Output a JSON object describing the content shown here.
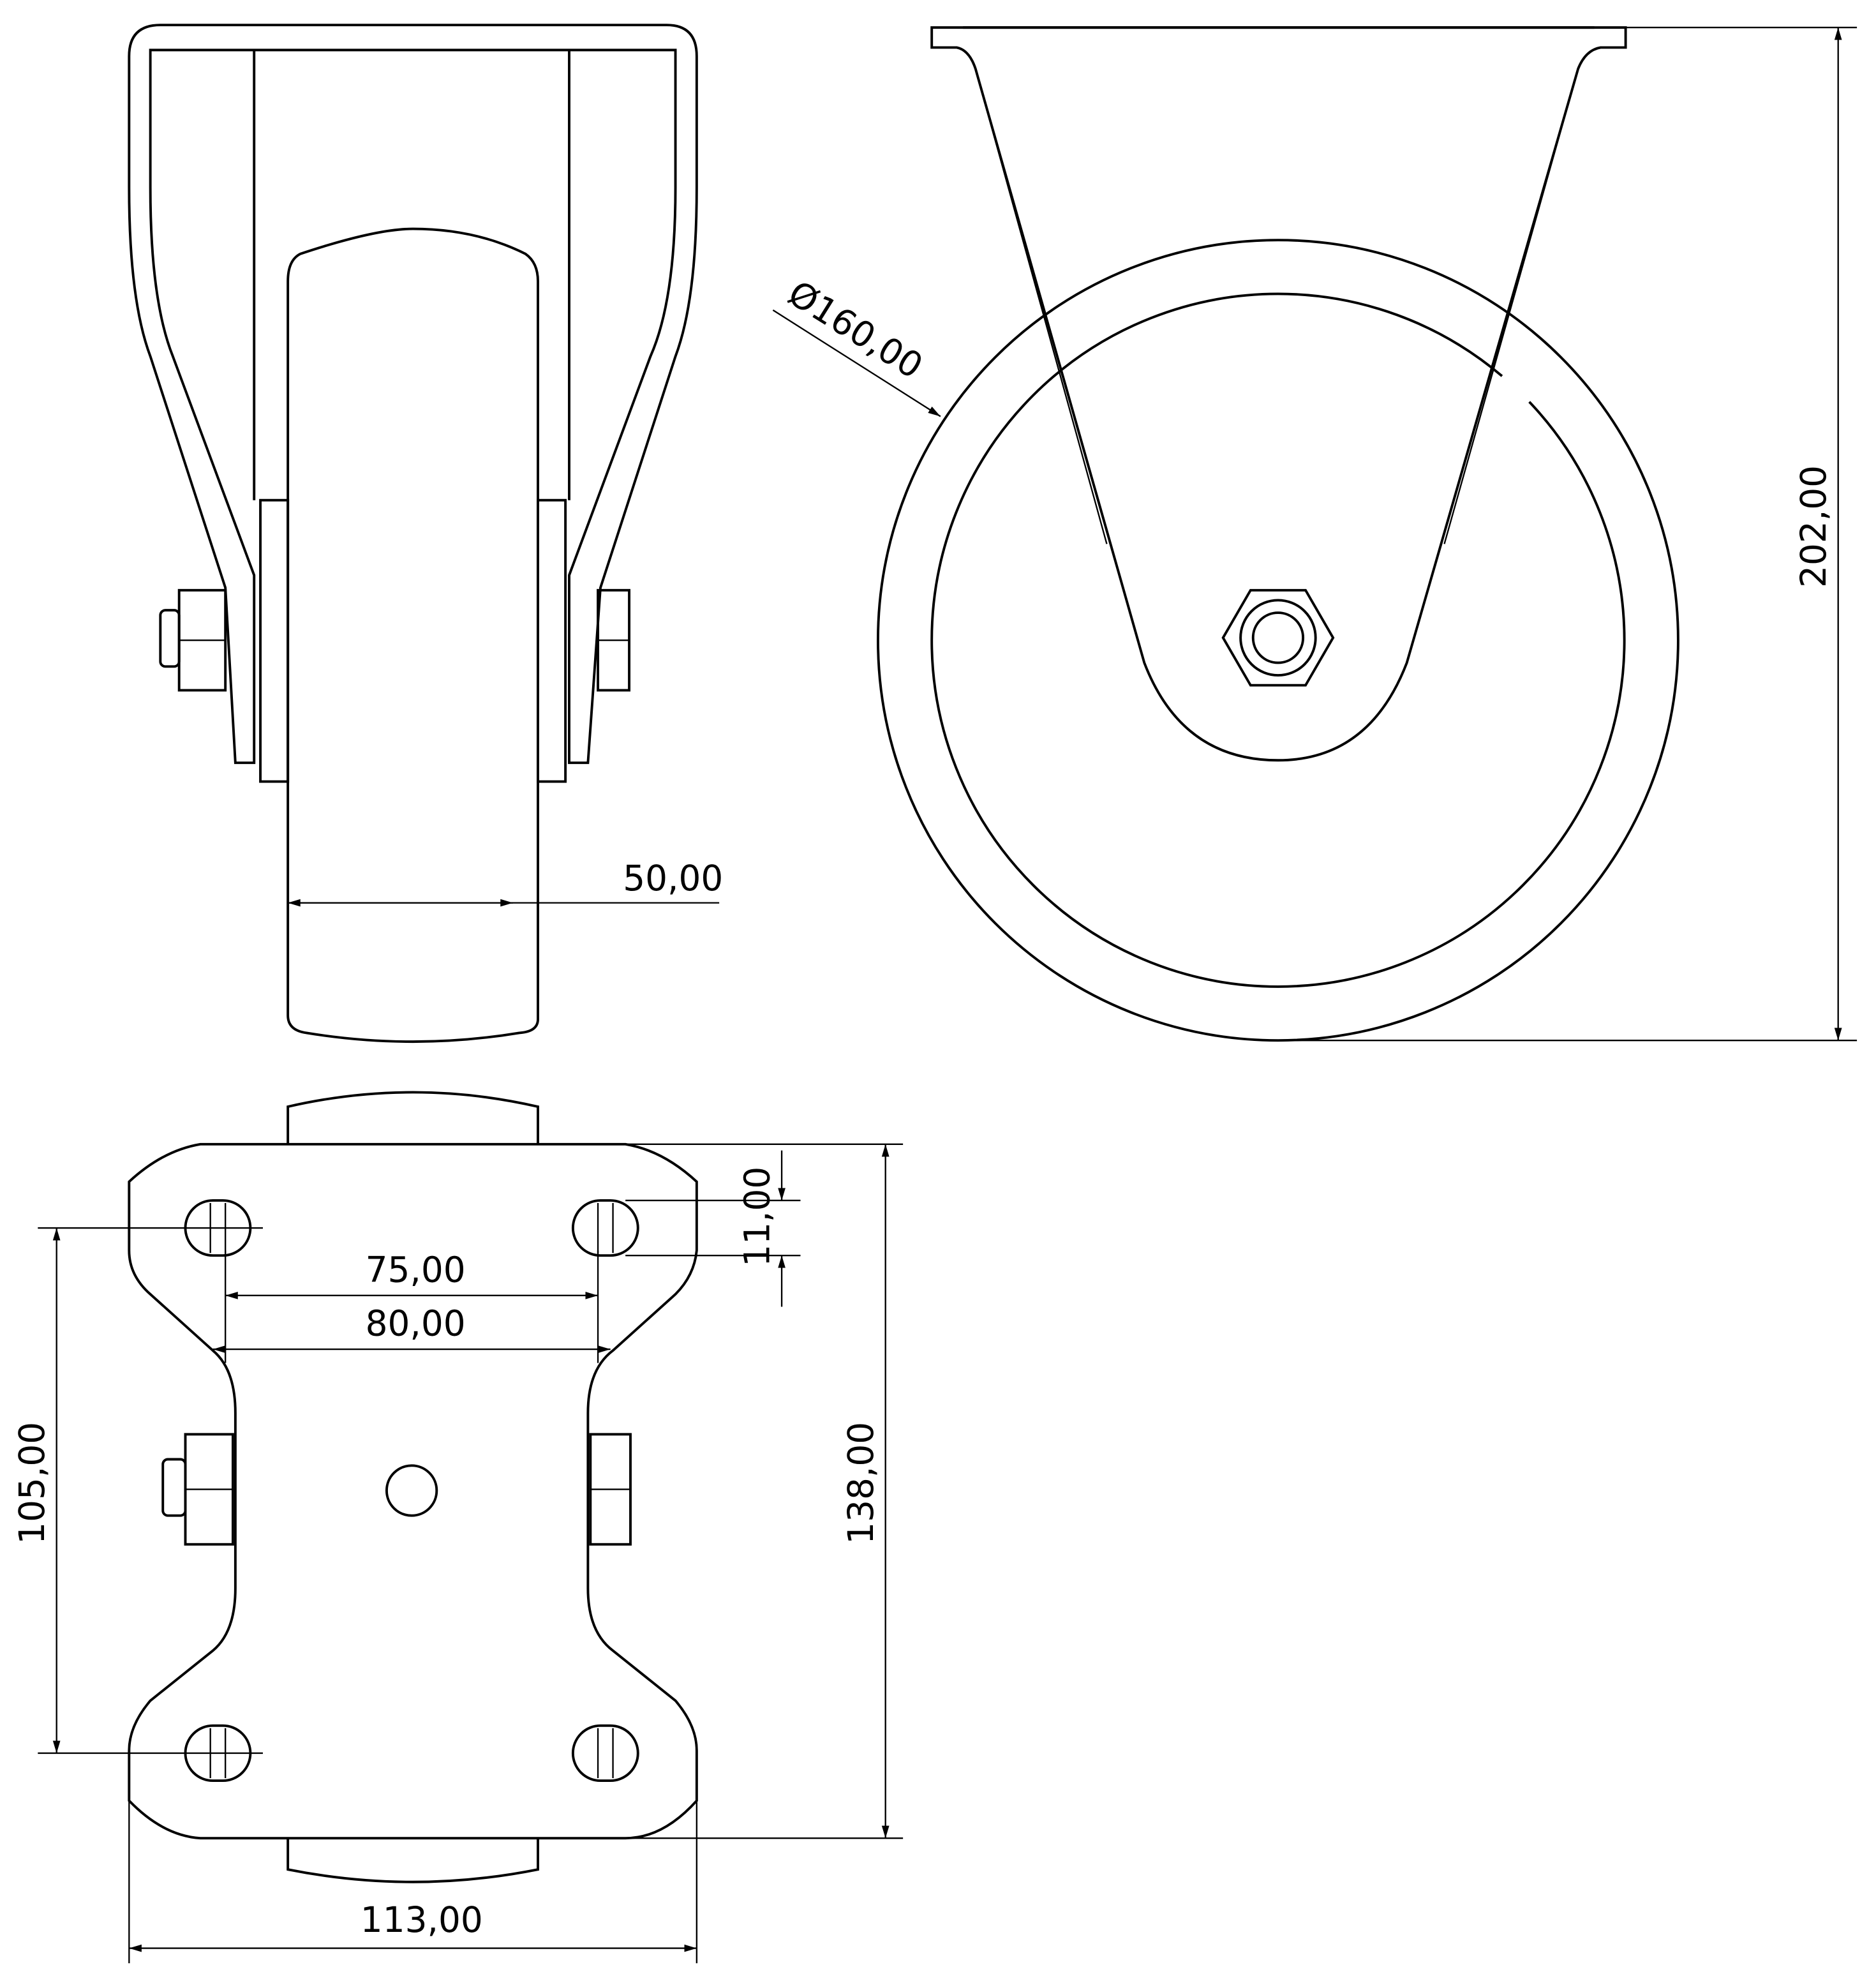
{
  "drawing": {
    "views": [
      "front-view",
      "side-view",
      "top-view"
    ],
    "dimensions": {
      "wheel_width": "50,00",
      "wheel_diameter": "Ø160,00",
      "overall_height": "202,00",
      "hole_slot": "11,00",
      "hole_spacing_inner": "75,00",
      "hole_spacing_outer": "80,00",
      "plate_hole_spacing_length": "105,00",
      "plate_length": "138,00",
      "plate_width": "113,00"
    },
    "colors": {
      "line": "#000000",
      "background": "#ffffff"
    }
  }
}
